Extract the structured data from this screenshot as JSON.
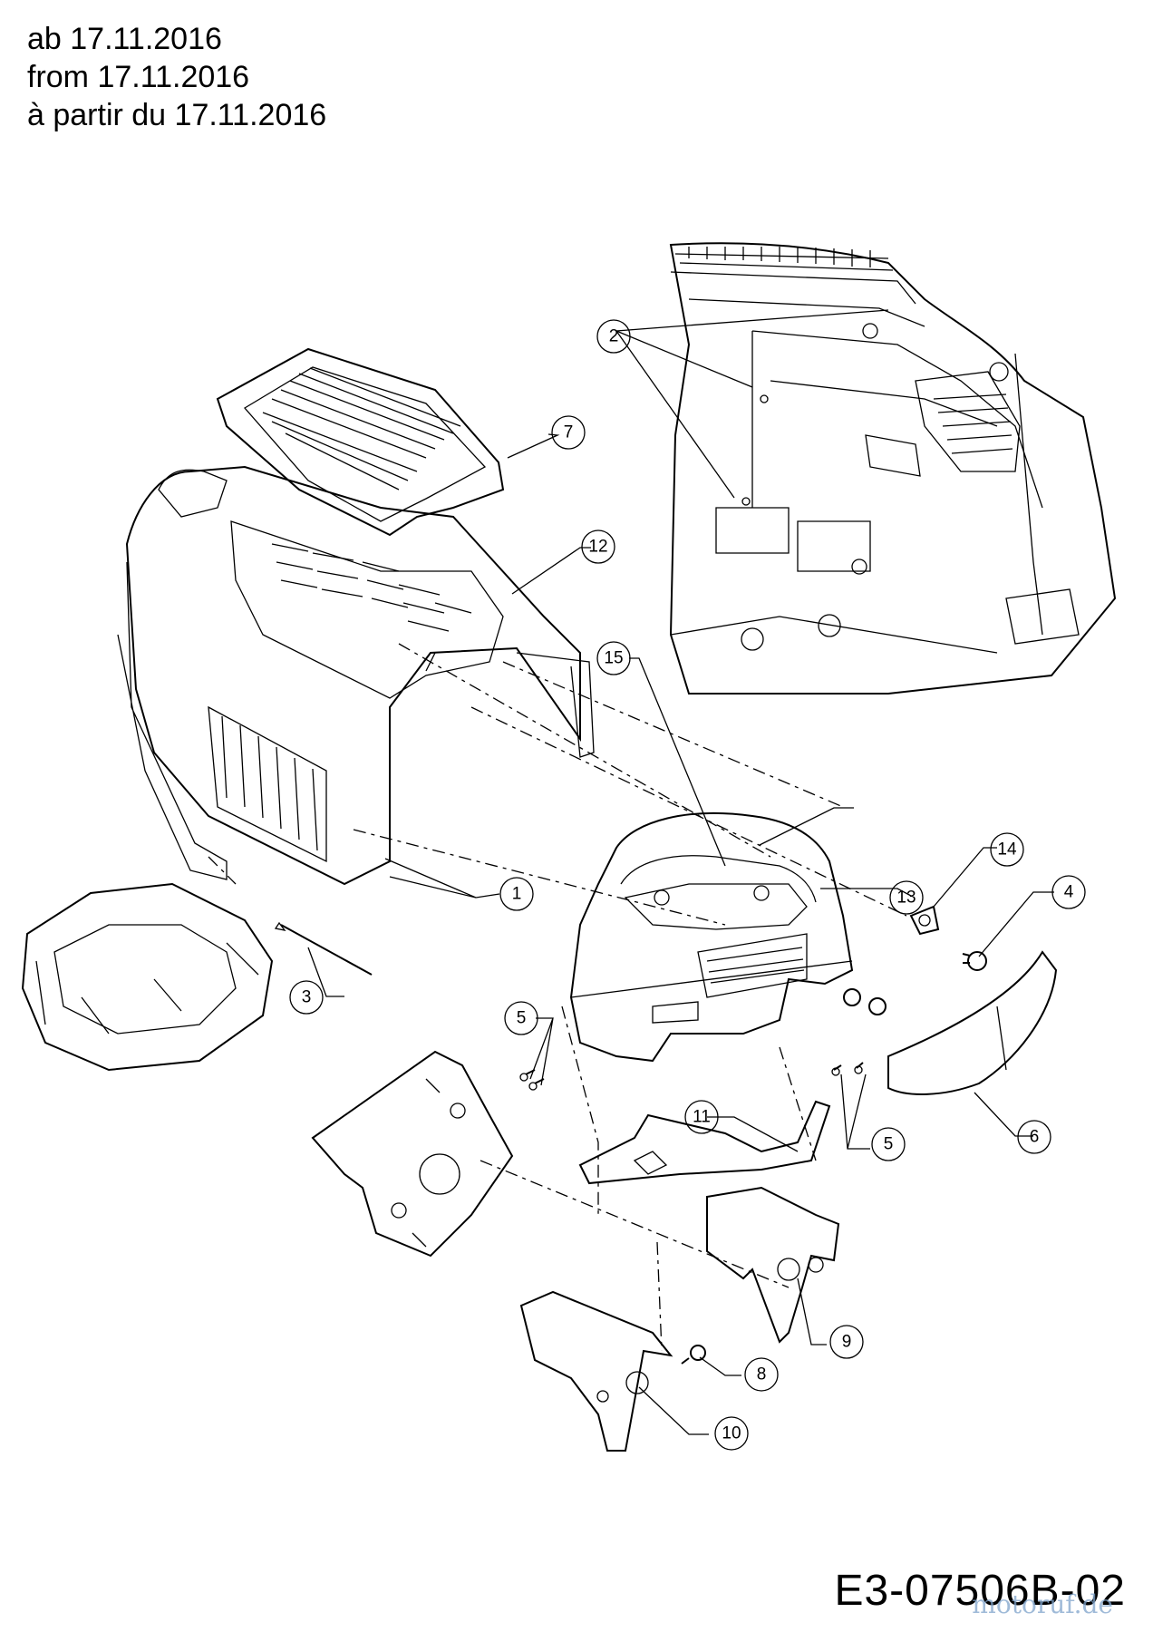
{
  "header": {
    "line_de": "ab 17.11.2016",
    "line_en": "from 17.11.2016",
    "line_fr": "à partir du 17.11.2016"
  },
  "callouts": [
    {
      "id": "c1",
      "label": "1"
    },
    {
      "id": "c2",
      "label": "2"
    },
    {
      "id": "c3",
      "label": "3"
    },
    {
      "id": "c4",
      "label": "4"
    },
    {
      "id": "c5a",
      "label": "5"
    },
    {
      "id": "c5b",
      "label": "5"
    },
    {
      "id": "c6",
      "label": "6"
    },
    {
      "id": "c7",
      "label": "7"
    },
    {
      "id": "c8",
      "label": "8"
    },
    {
      "id": "c9",
      "label": "9"
    },
    {
      "id": "c10",
      "label": "10"
    },
    {
      "id": "c11",
      "label": "11"
    },
    {
      "id": "c12",
      "label": "12"
    },
    {
      "id": "c13",
      "label": "13"
    },
    {
      "id": "c14",
      "label": "14"
    },
    {
      "id": "c15",
      "label": "15"
    }
  ],
  "drawing_code": "E3-07506B-02",
  "watermark": "motoruf.de"
}
